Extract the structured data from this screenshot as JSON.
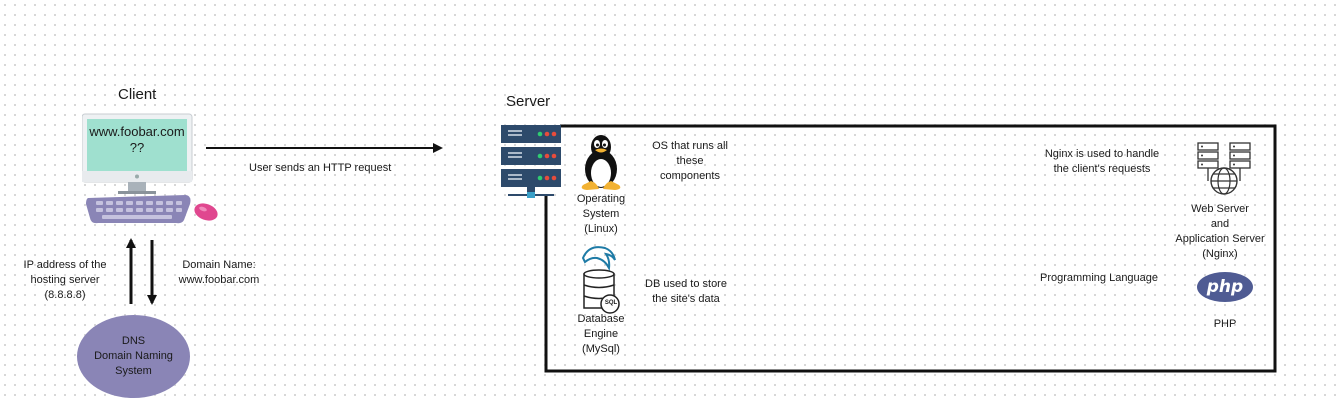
{
  "client": {
    "title": "Client",
    "screen_line1": "www.foobar.com",
    "screen_line2": "??"
  },
  "server": {
    "title": "Server"
  },
  "arrows": {
    "http_request_label": "User sends an HTTP request",
    "ip_label": [
      "IP address of the",
      "hosting server",
      "(8.8.8.8)"
    ],
    "domain_label": [
      "Domain Name:",
      "www.foobar.com"
    ]
  },
  "dns": {
    "lines": [
      "DNS",
      "Domain Naming",
      "System"
    ]
  },
  "os": {
    "label": [
      "Operating",
      "System",
      "(Linux)"
    ],
    "description": [
      "OS that runs all",
      "these",
      "components"
    ]
  },
  "database": {
    "label": [
      "Database",
      "Engine",
      "(MySql)"
    ],
    "description": [
      "DB used to store",
      "the site's data"
    ],
    "badge": "SQL"
  },
  "webserver": {
    "description": [
      "Nginx is used to handle",
      "the client's  requests"
    ],
    "label": [
      "Web Server",
      "and",
      "Application Server",
      "(Nginx)"
    ]
  },
  "php": {
    "description": "Programming Language",
    "logo_text": "php",
    "label": "PHP"
  },
  "colors": {
    "screen": "#9fe0cf",
    "dns": "#8a85b6",
    "keyboard": "#8a85b6",
    "mouse": "#e0478f",
    "server_rack": "#2d4a6b",
    "php_logo": "#4f5b93"
  }
}
